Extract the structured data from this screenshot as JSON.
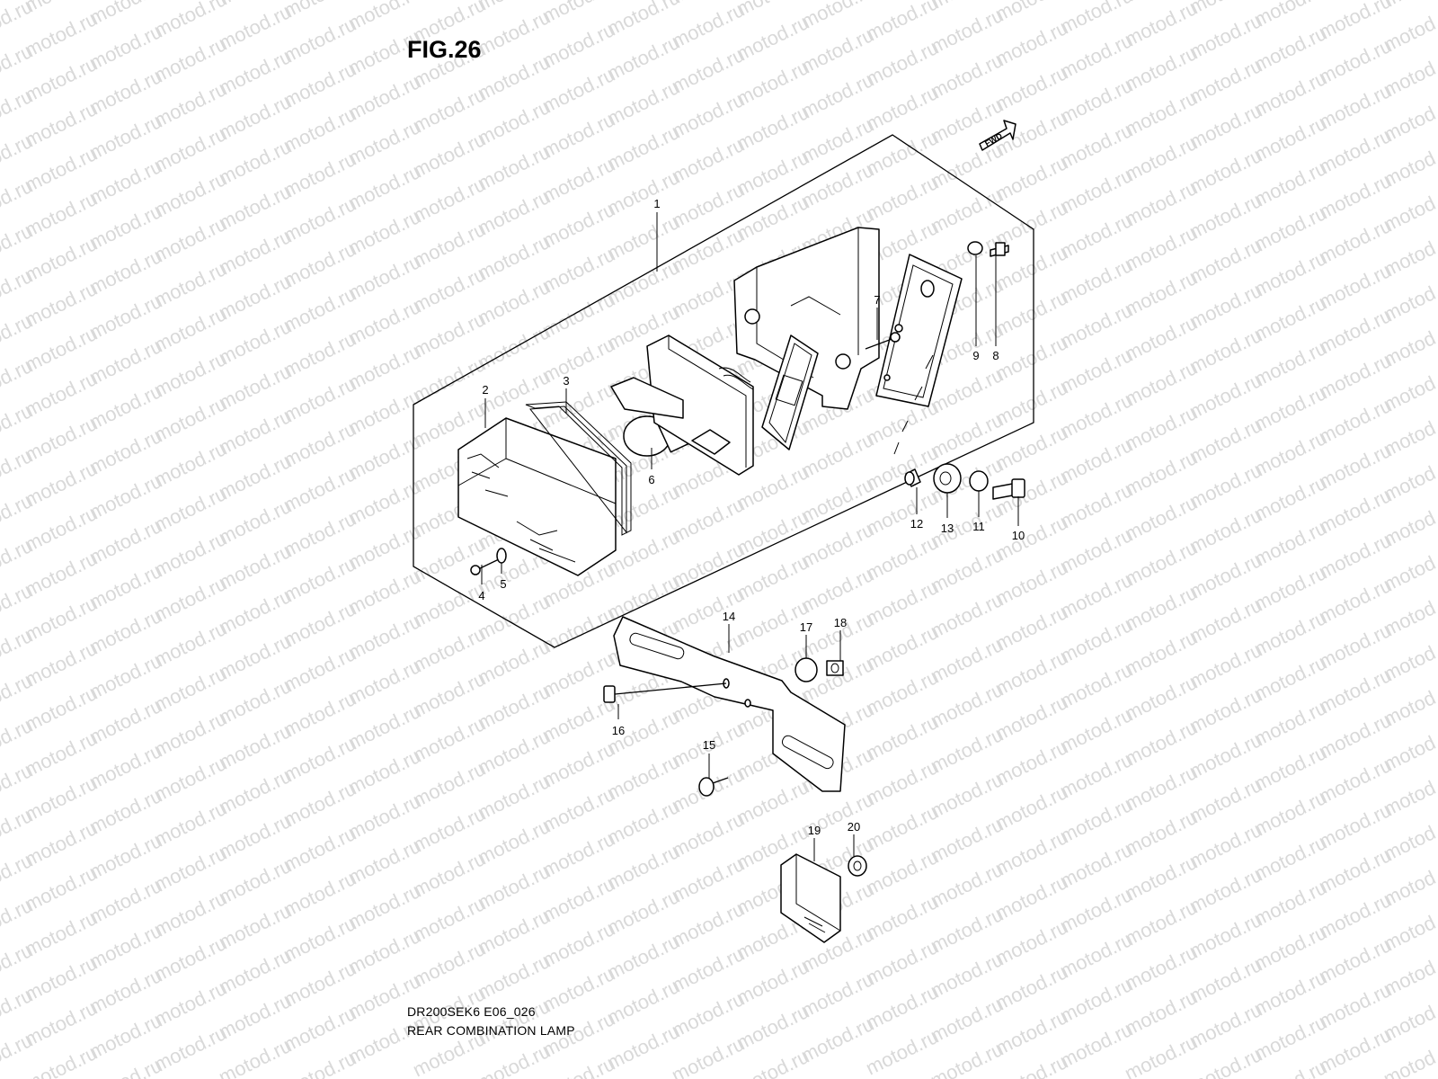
{
  "figure": {
    "title": "FIG.26",
    "model_code": "DR200SEK6 E06_026",
    "name": "REAR COMBINATION LAMP"
  },
  "watermark": {
    "text": "motod.ru",
    "color": "#d9d9d9"
  },
  "fwd_arrow": {
    "label": "FWD"
  },
  "callouts": [
    "1",
    "2",
    "3",
    "4",
    "5",
    "6",
    "7",
    "8",
    "9",
    "10",
    "11",
    "12",
    "13",
    "14",
    "15",
    "16",
    "17",
    "18",
    "19",
    "20"
  ]
}
